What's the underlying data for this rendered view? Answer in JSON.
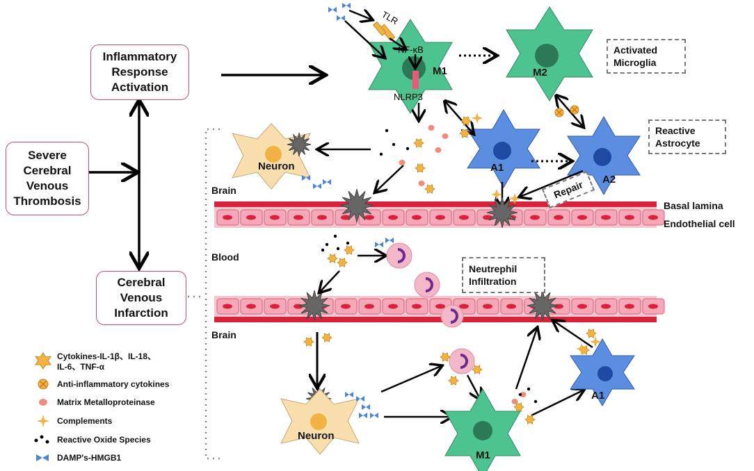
{
  "boxes": {
    "severe": "Severe\nCerebral\nVenous\nThrombosis",
    "inflammatory": "Inflammatory\nResponse\nActivation",
    "infarction": "Cerebral\nVenous\nInfarction"
  },
  "dashed_boxes": {
    "activated_microglia": "Activated\nMicroglia",
    "reactive_astrocyte": "Reactive\nAstrocyte",
    "neutrophil": "Neutrephil\nInfiltration",
    "repair": "Repair"
  },
  "cells": {
    "m1_top": "M1",
    "m2": "M2",
    "a1_top": "A1",
    "a2": "A2",
    "neuron_top": "Neuron",
    "neuron_bottom": "Neuron",
    "m1_bottom": "M1",
    "a1_bottom": "A1"
  },
  "labels": {
    "tlr": "TLR",
    "nfkb": "NF-κB",
    "nlrp3": "NLRP3",
    "brain_top": "Brain",
    "blood": "Blood",
    "brain_bottom": "Brain",
    "basal_lamina": "Basal lamina",
    "endothelial": "Endothelial cell"
  },
  "legend": [
    {
      "icon": "cytokine-star-icon",
      "text": "Cytokines-IL-1β、IL-18、\nIL-6、TNF-α"
    },
    {
      "icon": "anti-inflammatory-icon",
      "text": "Anti-inflammatory cytokines"
    },
    {
      "icon": "mmp-dot-icon",
      "text": "Matrix Metalloproteinase"
    },
    {
      "icon": "complement-sparkle-icon",
      "text": "Complements"
    },
    {
      "icon": "ros-dots-icon",
      "text": "Reactive Oxide Species"
    },
    {
      "icon": "damp-bowtie-icon",
      "text": "DAMP's-HMGB1"
    }
  ],
  "colors": {
    "microglia": "#4dc38f",
    "astrocyte": "#5b8ee0",
    "neuron": "#f9dfae",
    "vessel_red": "#d8223c",
    "endothelial_pink": "#f5a9b8",
    "cytokine": "#f2b344",
    "mmp": "#ee8d7c",
    "damp": "#4a86d4",
    "neutrophil": "#f3b8c8"
  }
}
